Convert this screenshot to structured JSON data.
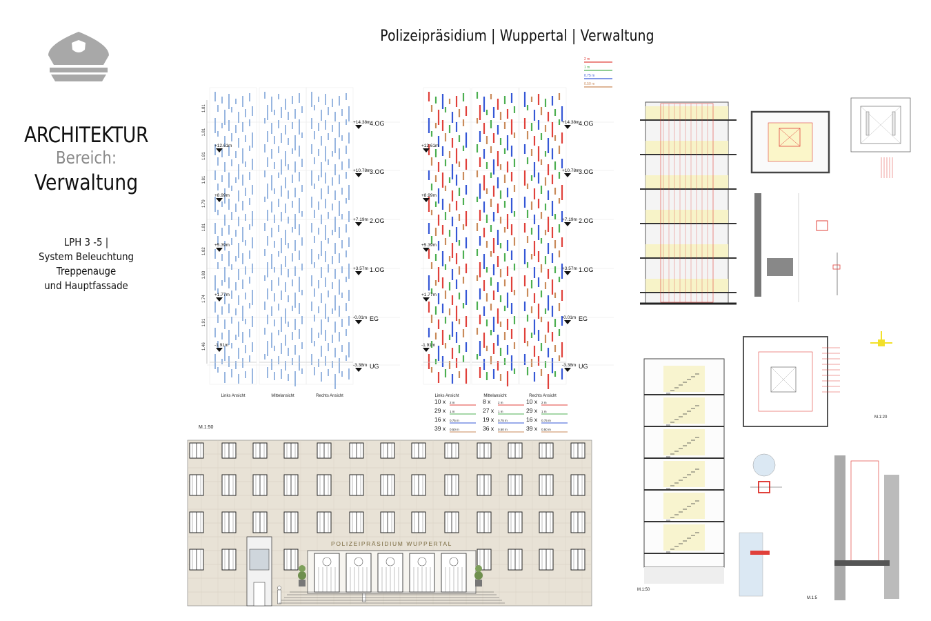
{
  "header": {
    "title": "Polizeipräsidium  | Wuppertal  | Verwaltung"
  },
  "sidebar": {
    "logo_icon": "police-cap-icon",
    "title": "ARCHITEKTUR",
    "subtitle": "Bereich:",
    "area": "Verwaltung",
    "phase": "LPH 3 -5 |",
    "desc1": "System Beleuchtung Treppenauge",
    "desc2": "und Hauptfassade"
  },
  "elevation": {
    "levels": [
      {
        "height": "+14.38m",
        "name": "4.OG"
      },
      {
        "height": "+10.78m",
        "name": "3.OG"
      },
      {
        "height": "+7.19m",
        "name": "2.OG"
      },
      {
        "height": "+3.57m",
        "name": "1.OG"
      },
      {
        "height": "-0.01m",
        "name": "EG"
      },
      {
        "height": "-3.38m",
        "name": "UG"
      }
    ],
    "left_marks": [
      "+12.61m",
      "+8.99m",
      "+5.39m",
      "+1.77m",
      "-1.91m"
    ],
    "dims": [
      "1.81",
      "1.81",
      "1.81",
      "1.81",
      "1.79",
      "1.81",
      "1.82",
      "1.83",
      "1.74",
      "1.91",
      "1.46"
    ],
    "views": [
      "Links Ansicht",
      "Mittelansicht",
      "Rechts Ansicht"
    ]
  },
  "legend": [
    {
      "label": "2 m",
      "color": "#e0403a"
    },
    {
      "label": "1 m",
      "color": "#4caf50"
    },
    {
      "label": "0.75 m",
      "color": "#3557d6"
    },
    {
      "label": "0.50 m",
      "color": "#c98a5a"
    }
  ],
  "counts": [
    {
      "view": "Links Ansicht",
      "rows": [
        {
          "n": "10 x",
          "l": "2 m"
        },
        {
          "n": "29 x",
          "l": "1 m"
        },
        {
          "n": "16 x",
          "l": "0.75 m"
        },
        {
          "n": "39 x",
          "l": "0.50 m"
        }
      ]
    },
    {
      "view": "Mittelansicht",
      "rows": [
        {
          "n": "8 x",
          "l": "2 m"
        },
        {
          "n": "27 x",
          "l": "1 m"
        },
        {
          "n": "19 x",
          "l": "0.75 m"
        },
        {
          "n": "36 x",
          "l": "0.50 m"
        }
      ]
    },
    {
      "view": "Rechts Ansicht",
      "rows": [
        {
          "n": "10 x",
          "l": "2 m"
        },
        {
          "n": "29 x",
          "l": "1 m"
        },
        {
          "n": "16 x",
          "l": "0.75 m"
        },
        {
          "n": "39 x",
          "l": "0.50 m"
        }
      ]
    }
  ],
  "facade": {
    "scale": "M.1:50",
    "sign": "POLIZEIPRÄSIDIUM WUPPERTAL"
  },
  "details": {
    "scale_section": "M.1:50",
    "scale_1_20": "M.1:20",
    "scale_1_5": "M.1:5"
  }
}
